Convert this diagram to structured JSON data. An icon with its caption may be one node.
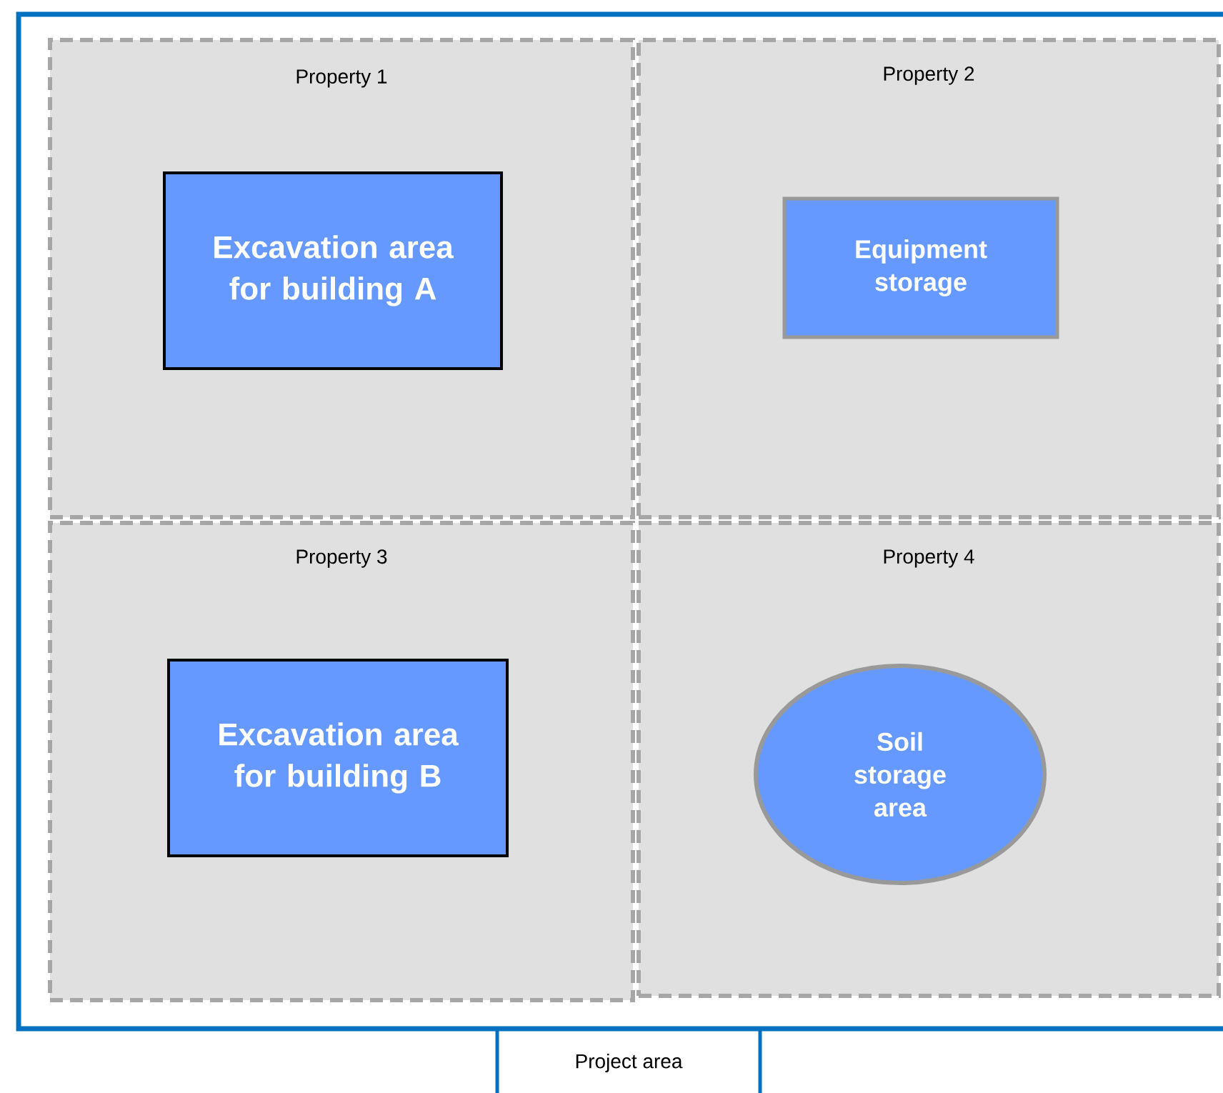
{
  "diagram": {
    "nodes": [
      {
        "text": [
          "Project area"
        ]
      },
      {
        "text": [
          "Property 1"
        ],
        "in": 0
      },
      {
        "text": [
          "Excavation area for building A"
        ],
        "in": 1
      },
      {
        "text": [
          "Property 2"
        ],
        "in": 0
      },
      {
        "text": [
          "Equipment storage"
        ],
        "in": 3
      },
      {
        "text": [
          "Property 3"
        ],
        "in": 0
      },
      {
        "text": [
          "Excavation area for building B"
        ],
        "in": 5
      },
      {
        "text": [
          "Property 4"
        ],
        "in": 0
      },
      {
        "text": [
          "Soil storage area"
        ],
        "in": 7
      }
    ]
  }
}
